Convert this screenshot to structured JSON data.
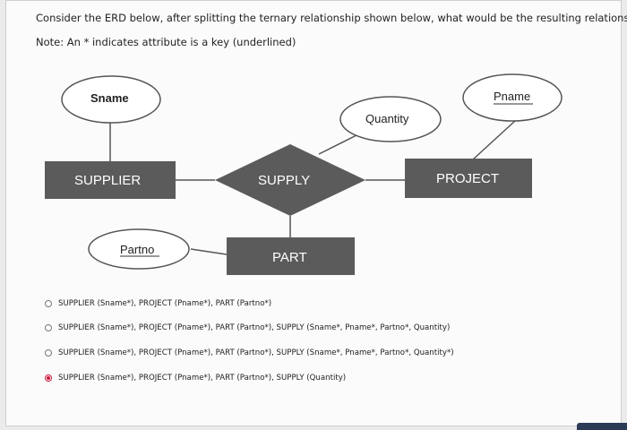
{
  "question": {
    "text": "Consider the ERD below,  after splitting the ternary relationship shown below, what would be the resulting relations:",
    "note": "Note: An * indicates attribute is a key (underlined)"
  },
  "diagram": {
    "entities": {
      "supplier": "SUPPLIER",
      "project": "PROJECT",
      "part": "PART"
    },
    "relationship": "SUPPLY",
    "attributes": {
      "sname": "Sname",
      "pname": "Pname",
      "quantity": "Quantity",
      "partno": "Partno"
    },
    "colors": {
      "entity_fill": "#5b5b5b",
      "entity_text": "#ffffff",
      "line": "#555555"
    }
  },
  "options": [
    {
      "label": "SUPPLIER (Sname*), PROJECT (Pname*), PART (Partno*)",
      "selected": false
    },
    {
      "label": "SUPPLIER (Sname*), PROJECT (Pname*), PART (Partno*), SUPPLY (Sname*, Pname*, Partno*, Quantity)",
      "selected": false
    },
    {
      "label": "SUPPLIER (Sname*), PROJECT (Pname*), PART (Partno*), SUPPLY (Sname*, Pname*, Partno*, Quantity*)",
      "selected": false
    },
    {
      "label": "SUPPLIER (Sname*), PROJECT (Pname*), PART (Partno*), SUPPLY (Quantity)",
      "selected": true
    }
  ],
  "accent": "#c8163a"
}
